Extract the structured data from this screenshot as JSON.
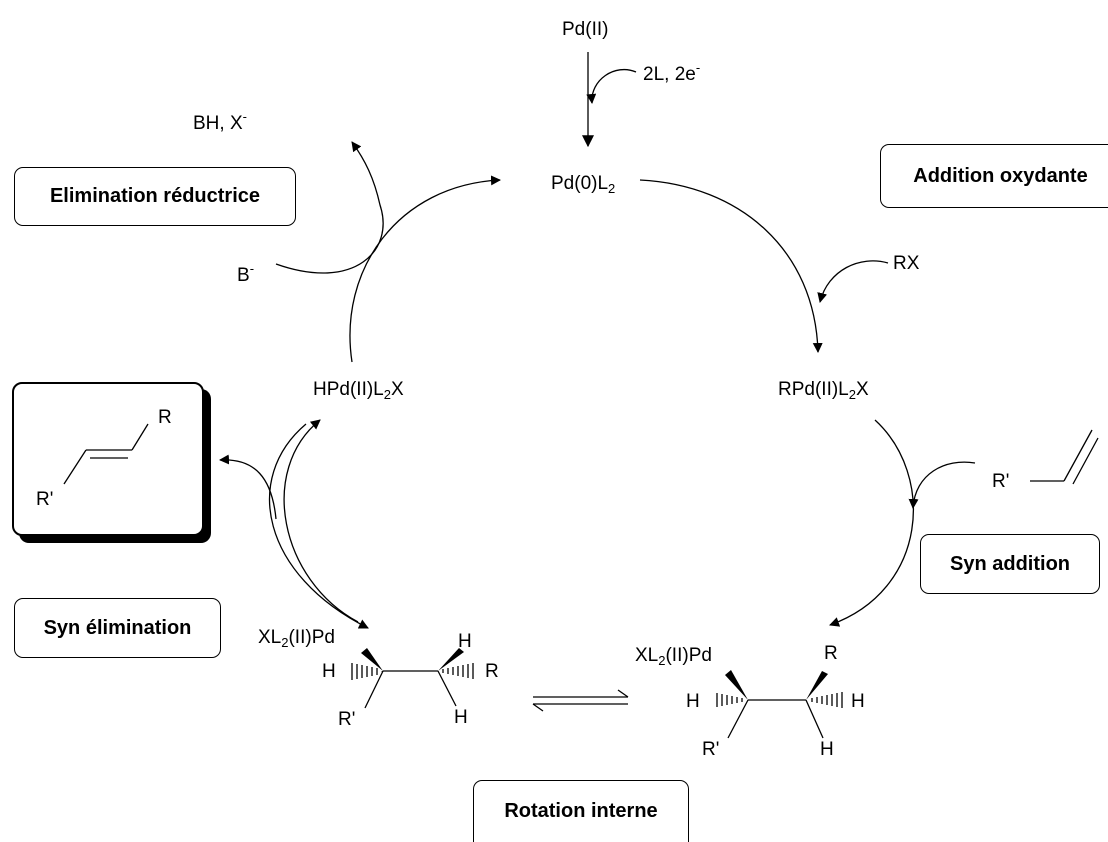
{
  "steps": {
    "reductive_elimination": "Elimination réductrice",
    "oxidative_addition": "Addition oxydante",
    "syn_addition": "Syn addition",
    "syn_elimination": "Syn élimination",
    "internal_rotation": "Rotation interne"
  },
  "species": {
    "pd_ii": "Pd(II)",
    "reducing_reagent": "2L, 2e",
    "reducing_reagent_charge": "-",
    "pd0_main": "Pd(0)L",
    "pd0_sub": "2",
    "bh_x": "BH, X",
    "bh_x_charge": "-",
    "base": "B",
    "base_charge": "-",
    "rx": "RX",
    "rpd_a": "RPd(II)L",
    "rpd_sub": "2",
    "rpd_b": "X",
    "hpd_a": "HPd(II)L",
    "hpd_sub": "2",
    "hpd_b": "X",
    "alkene_substituent": "R'"
  },
  "intermediate_left": {
    "pd_a": "XL",
    "pd_sub": "2",
    "pd_b": "(II)Pd",
    "h_left": "H",
    "r_prime": "R'",
    "h_top": "H",
    "r_right": "R",
    "h_bottom": "H"
  },
  "intermediate_right": {
    "pd_a": "XL",
    "pd_sub": "2",
    "pd_b": "(II)Pd",
    "h_left": "H",
    "r_prime": "R'",
    "r_top": "R",
    "h_right": "H",
    "h_bottom": "H"
  },
  "product": {
    "r": "R",
    "r_prime": "R'"
  }
}
